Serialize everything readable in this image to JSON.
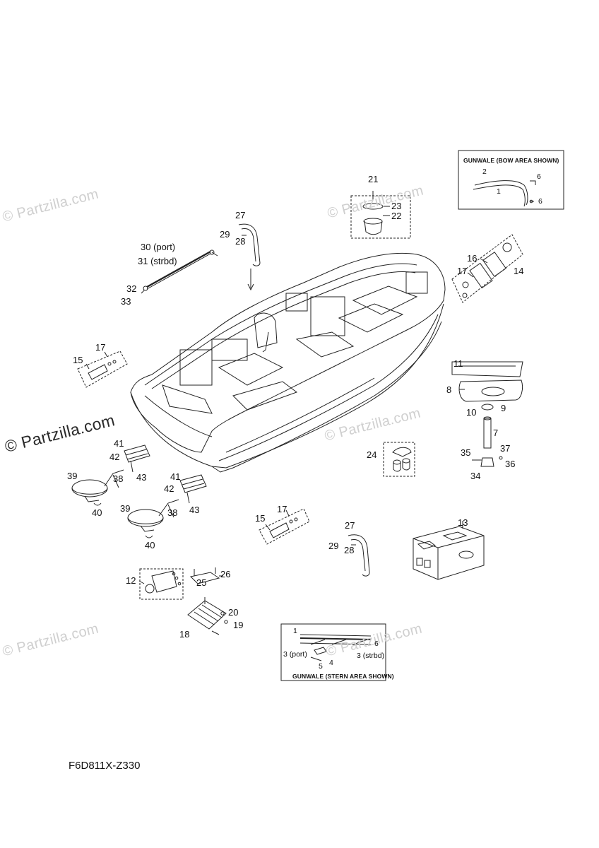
{
  "diagram_code": "F6D811X-Z330",
  "watermark": "© Partzilla.com",
  "insets": {
    "gunwale_bow": {
      "title": "GUNWALE (BOW AREA SHOWN)",
      "labels": [
        "2",
        "6",
        "1",
        "6"
      ]
    },
    "gunwale_stern": {
      "title": "GUNWALE (STERN AREA SHOWN)",
      "labels": [
        "1",
        "6",
        "3 (port)",
        "3 (strbd)",
        "5",
        "4"
      ]
    }
  },
  "callouts": {
    "c21": "21",
    "c23": "23",
    "c22": "22",
    "c27a": "27",
    "c29a": "29",
    "c28a": "28",
    "c30": "30 (port)",
    "c31": "31 (strbd)",
    "c32": "32",
    "c33": "33",
    "c16": "16",
    "c17a": "17",
    "c14": "14",
    "c15a": "15",
    "c17b": "17",
    "c11": "11",
    "c8": "8",
    "c10": "10",
    "c9": "9",
    "c7": "7",
    "c35": "35",
    "c37": "37",
    "c36": "36",
    "c34": "34",
    "c24": "24",
    "c41a": "41",
    "c42a": "42",
    "c39a": "39",
    "c38a": "38",
    "c43a": "43",
    "c40a": "40",
    "c41b": "41",
    "c42b": "42",
    "c39b": "39",
    "c38b": "38",
    "c43b": "43",
    "c40b": "40",
    "c15b": "15",
    "c17c": "17",
    "c27b": "27",
    "c29b": "29",
    "c28b": "28",
    "c13": "13",
    "c12": "12",
    "c25": "25",
    "c26": "26",
    "c20": "20",
    "c19": "19",
    "c18": "18"
  }
}
